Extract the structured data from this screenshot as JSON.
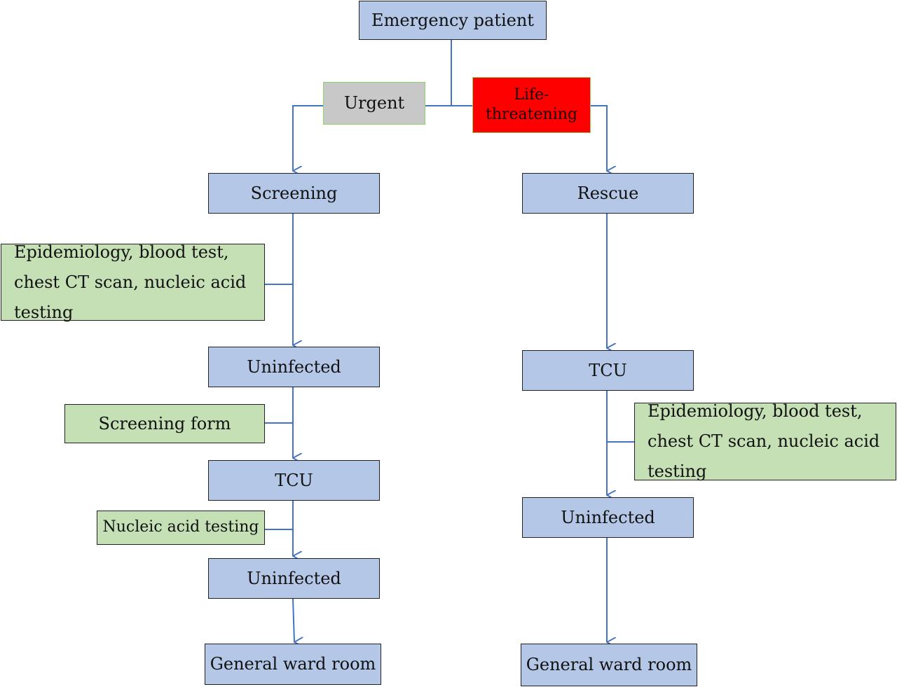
{
  "colors": {
    "process_fill": "#b4c7e7",
    "note_fill": "#c5e0b4",
    "urgent_fill": "#c8c8c8",
    "life_threatening_fill": "#ff0000",
    "connector": "#4472c4"
  },
  "diagram": {
    "root": "Emergency patient",
    "branches": {
      "urgent": "Urgent",
      "life_threatening": "Life-\nthreatening"
    },
    "left_path": {
      "screening": "Screening",
      "screening_tests": "Epidemiology, blood test, chest CT scan, nucleic acid testing",
      "uninfected_1": "Uninfected",
      "screening_form": "Screening form",
      "tcu": "TCU",
      "nucleic_acid_testing": "Nucleic acid testing",
      "uninfected_2": "Uninfected",
      "general_ward": "General ward room"
    },
    "right_path": {
      "rescue": "Rescue",
      "tcu": "TCU",
      "tcu_tests": "Epidemiology, blood test, chest CT scan, nucleic acid testing",
      "uninfected": "Uninfected",
      "general_ward": "General ward room"
    }
  }
}
